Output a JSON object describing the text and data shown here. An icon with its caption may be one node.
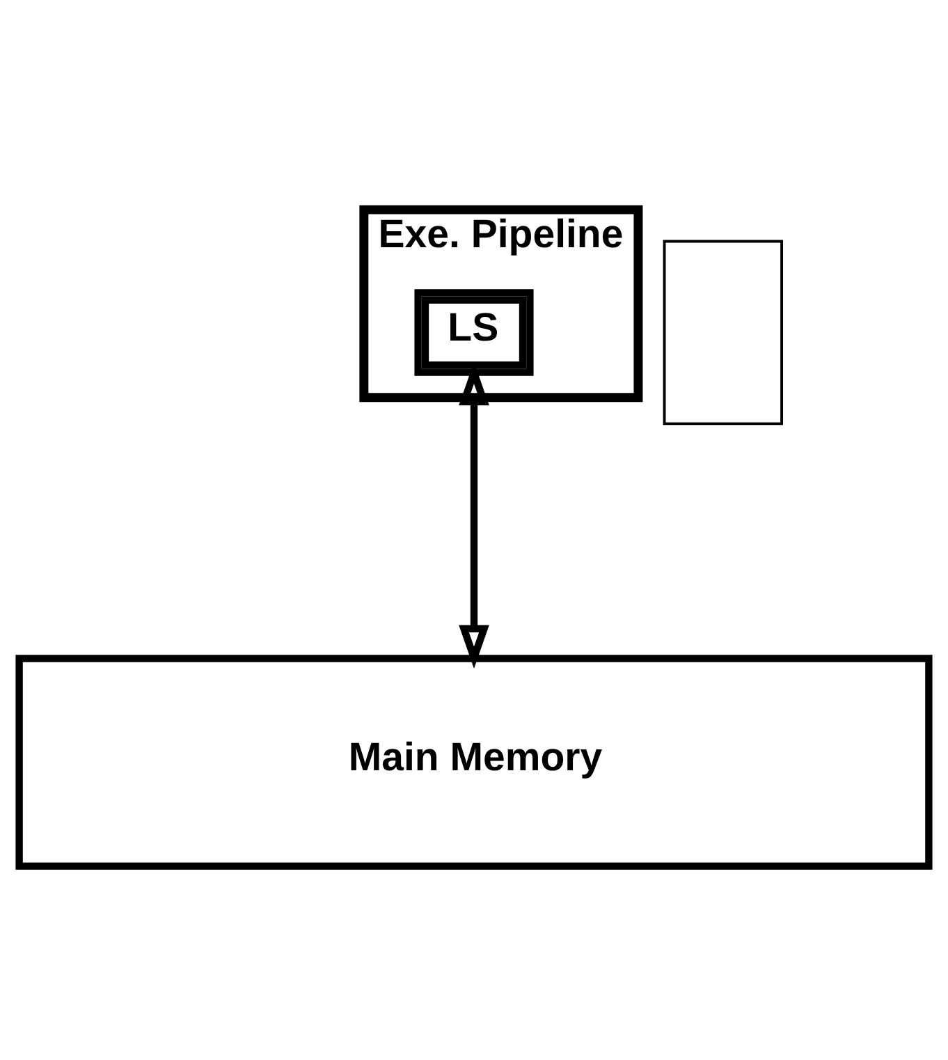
{
  "diagram": {
    "nodes": [
      {
        "text": [
          "Exe. Pipeline"
        ]
      },
      {
        "text": [
          "LS"
        ],
        "in": 0
      },
      {
        "text": [],
        "shape": "box"
      },
      {
        "text": [
          "Main Memory"
        ]
      }
    ],
    "edges": [
      {
        "from": 1,
        "to": 3,
        "arrow": "both"
      }
    ]
  }
}
